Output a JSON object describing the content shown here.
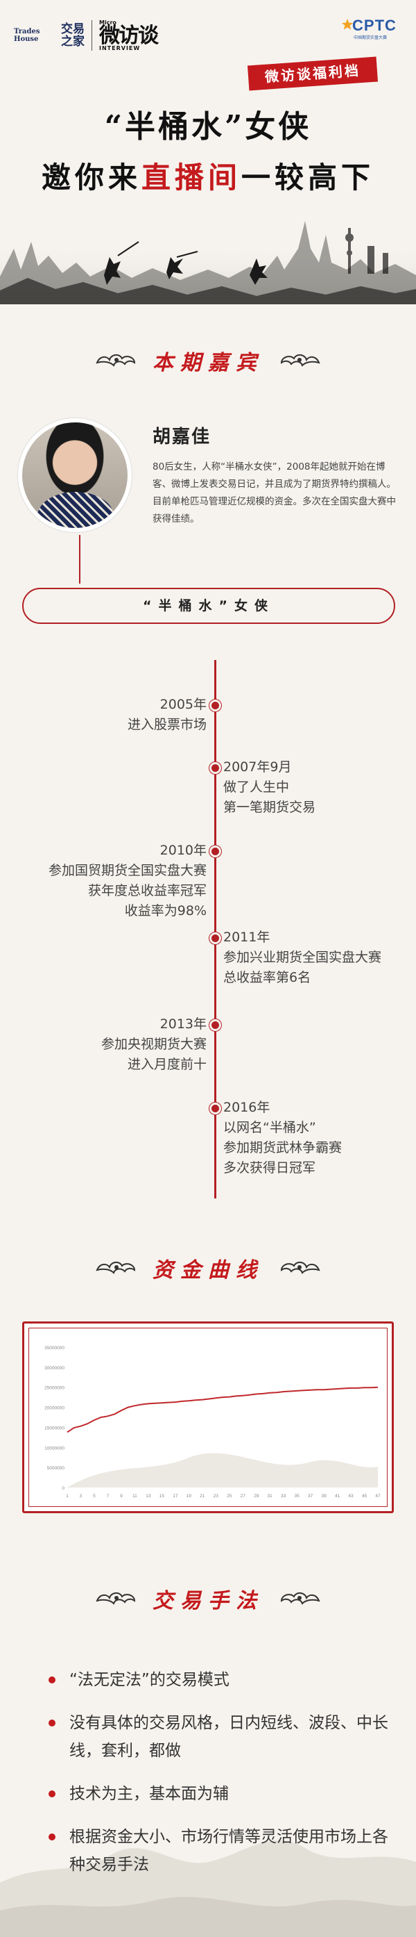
{
  "header": {
    "logo_left_english": "Trades House",
    "logo_left_chinese": "交易之家",
    "logo_micro_small": "Micro",
    "logo_micro_big": "微访谈",
    "logo_micro_english": "INTERVIEW",
    "logo_right_text": "CPTC",
    "logo_right_sub": "中国期货实盘大赛",
    "welfare_badge": "微访谈福利档",
    "title_line1": "“半桶水”女侠",
    "title_line2_a": "邀你来",
    "title_line2_b": "直播间",
    "title_line2_c": "一较高下"
  },
  "guest_section": {
    "heading": "本期嘉宾",
    "name": "胡嘉佳",
    "bio": "80后女生，人称“半桶水女侠”，2008年起她就开始在博客、微博上发表交易日记，并且成为了期货界特约撰稿人。目前单枪匹马管理近亿规模的资金。多次在全国实盘大赛中获得佳绩。",
    "title_bar": "“半桶水”女侠"
  },
  "timeline": [
    {
      "side": "left",
      "lines": [
        "2005年",
        "进入股票市场"
      ]
    },
    {
      "side": "right",
      "lines": [
        "2007年9月",
        "做了人生中",
        "第一笔期货交易"
      ]
    },
    {
      "side": "left",
      "lines": [
        "2010年",
        "参加国贸期货全国实盘大赛",
        "获年度总收益率冠军",
        "收益率为98%"
      ]
    },
    {
      "side": "right",
      "lines": [
        "2011年",
        "参加兴业期货全国实盘大赛",
        "总收益率第6名"
      ]
    },
    {
      "side": "left",
      "lines": [
        "2013年",
        "参加央视期货大赛",
        "进入月度前十"
      ]
    },
    {
      "side": "right",
      "lines": [
        "2016年",
        "以网名“半桶水”",
        "参加期货武林争霸赛",
        "多次获得日冠军"
      ]
    }
  ],
  "chart_section": {
    "heading": "资金曲线"
  },
  "chart_data": {
    "type": "line",
    "title": "",
    "xlabel": "",
    "ylabel": "",
    "ylim": [
      0,
      35000000
    ],
    "y_ticks": [
      "0",
      "5000000",
      "10000000",
      "15000000",
      "20000000",
      "25000000",
      "30000000",
      "35000000"
    ],
    "x": [
      1,
      2,
      3,
      4,
      5,
      6,
      7,
      8,
      9,
      10,
      11,
      12,
      13,
      14,
      15,
      16,
      17,
      18,
      19,
      20,
      21,
      22,
      23,
      24,
      25,
      26,
      27,
      28,
      29,
      30,
      31,
      32,
      33,
      34,
      35,
      36,
      37,
      38,
      39,
      40,
      41,
      42,
      43,
      44,
      45,
      46,
      47
    ],
    "x_ticks": [
      "1",
      "3",
      "5",
      "7",
      "9",
      "11",
      "13",
      "15",
      "17",
      "19",
      "21",
      "23",
      "25",
      "27",
      "29",
      "31",
      "33",
      "35",
      "37",
      "39",
      "41",
      "43",
      "45",
      "47"
    ],
    "series": [
      {
        "values": [
          13800000,
          14900000,
          15300000,
          15900000,
          16800000,
          17500000,
          17800000,
          18300000,
          19200000,
          20000000,
          20400000,
          20700000,
          20900000,
          21000000,
          21100000,
          21200000,
          21300000,
          21500000,
          21600000,
          21800000,
          21900000,
          22100000,
          22300000,
          22500000,
          22600000,
          22800000,
          22900000,
          23100000,
          23300000,
          23400000,
          23600000,
          23700000,
          23900000,
          24000000,
          24100000,
          24200000,
          24300000,
          24400000,
          24400000,
          24500000,
          24600000,
          24700000,
          24800000,
          24800000,
          24900000,
          24900000,
          25000000
        ],
        "color": "#c0282c"
      }
    ],
    "grid": false,
    "legend": "none"
  },
  "method_section": {
    "heading": "交易手法",
    "items": [
      "“法无定法”的交易模式",
      "没有具体的交易风格，日内短线、波段、中长线，套利，都做",
      "技术为主，基本面为辅",
      "根据资金大小、市场行情等灵活使用市场上各种交易手法"
    ]
  },
  "colors": {
    "accent": "#c41a1d",
    "background": "#f6f3ee",
    "ink": "#111111"
  }
}
